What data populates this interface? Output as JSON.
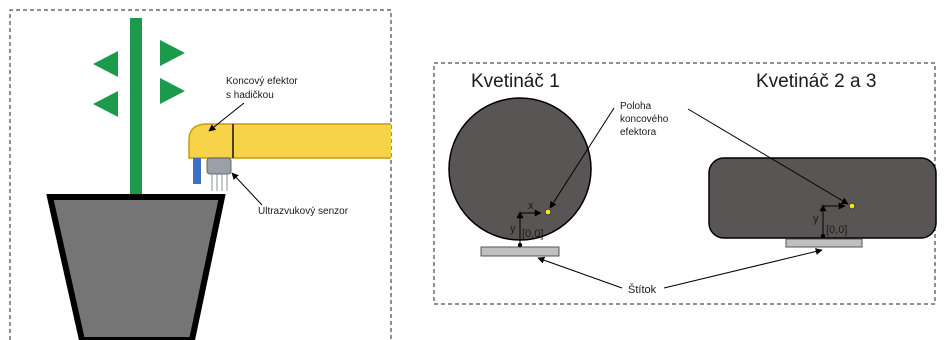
{
  "left_panel": {
    "effector_label_line1": "Koncový efektor",
    "effector_label_line2": "s hadičkou",
    "sensor_label": "Ultrazvukový senzor"
  },
  "right_panel": {
    "pot1_title": "Kvetináč 1",
    "pot23_title": "Kvetináč 2 a 3",
    "position_label_line1": "Poloha",
    "position_label_line2": "koncového",
    "position_label_line3": "efektora",
    "axis_x": "x",
    "axis_y1": "y",
    "axis_y2": "y",
    "origin1": "[0,0]",
    "origin2": "[0,0]",
    "tag_label": "Štítok"
  },
  "colors": {
    "stem": "#1a9a4a",
    "leaf": "#1a9a4a",
    "pot": "#757575",
    "pot_border": "#000000",
    "arm": "#f8d34a",
    "arm_border": "#c99a12",
    "tube": "#3f6fc1",
    "sensor": "#9aa0aa",
    "planter_top": "#5a5555",
    "tag": "#c0c0c0",
    "effector_dot": "#f5e22a"
  }
}
